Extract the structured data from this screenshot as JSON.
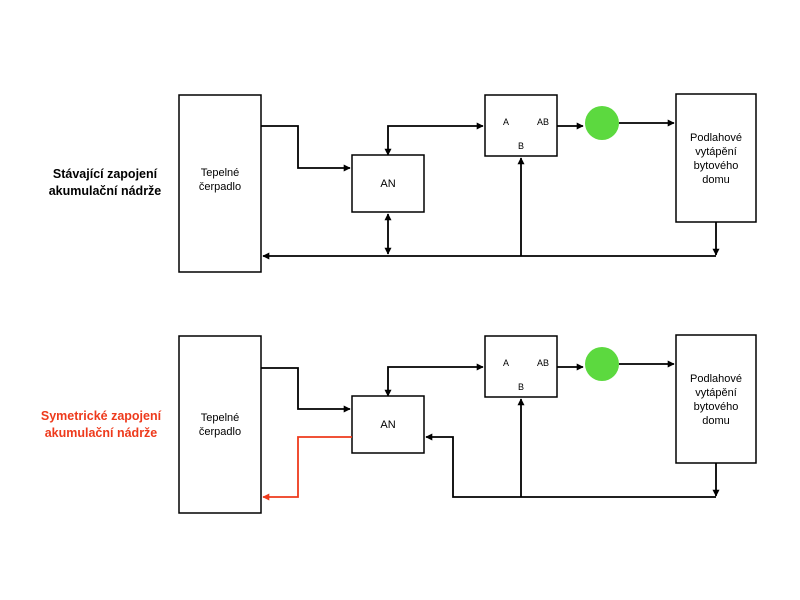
{
  "colors": {
    "line": "#000000",
    "highlight": "#ee3a1c",
    "pump": "#5cd93f",
    "box_fill": "#ffffff"
  },
  "diagrams": [
    {
      "title_line1": "Stávající zapojení",
      "title_line2": "akumulační nádrže",
      "title_color": "#000000",
      "heat_pump": {
        "line1": "Tepelné",
        "line2": "čerpadlo"
      },
      "tank": {
        "label": "AN"
      },
      "valve": {
        "port_a": "A",
        "port_ab": "AB",
        "port_b": "B"
      },
      "floor_heating": {
        "line1": "Podlahové",
        "line2": "vytápění",
        "line3": "bytového",
        "line4": "domu"
      },
      "pump_icon": "circulation-pump-circle"
    },
    {
      "title_line1": "Symetrické zapojení",
      "title_line2": "akumulační nádrže",
      "title_color": "#ee3a1c",
      "heat_pump": {
        "line1": "Tepelné",
        "line2": "čerpadlo"
      },
      "tank": {
        "label": "AN"
      },
      "valve": {
        "port_a": "A",
        "port_ab": "AB",
        "port_b": "B"
      },
      "floor_heating": {
        "line1": "Podlahové",
        "line2": "vytápění",
        "line3": "bytového",
        "line4": "domu"
      },
      "pump_icon": "circulation-pump-circle"
    }
  ]
}
